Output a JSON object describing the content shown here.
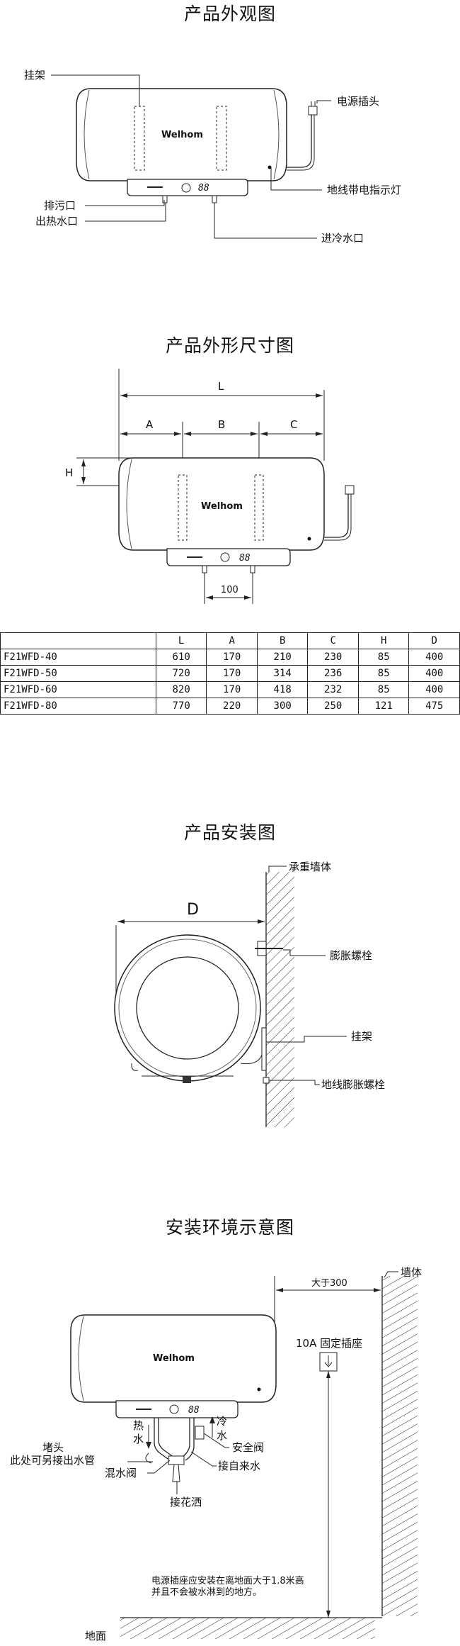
{
  "section1": {
    "title": "产品外观图",
    "labels": {
      "hanger": "挂架",
      "power_plug": "电源插头",
      "ground_indicator": "地线带电指示灯",
      "drain_outlet": "排污口",
      "hot_water_outlet": "出热水口",
      "cold_water_inlet": "进冷水口"
    },
    "logo_text": "Welhom",
    "display_digits": "88"
  },
  "section2": {
    "title": "产品外形尺寸图",
    "dims": {
      "L": "L",
      "A": "A",
      "B": "B",
      "C": "C",
      "H": "H",
      "spacing": "100"
    },
    "logo_text": "Welhom",
    "display_digits": "88"
  },
  "spec_table": {
    "headers": [
      "",
      "L",
      "A",
      "B",
      "C",
      "H",
      "D"
    ],
    "rows": [
      [
        "F21WFD-40",
        "610",
        "170",
        "210",
        "230",
        "85",
        "400"
      ],
      [
        "F21WFD-50",
        "720",
        "170",
        "314",
        "236",
        "85",
        "400"
      ],
      [
        "F21WFD-60",
        "820",
        "170",
        "418",
        "232",
        "85",
        "400"
      ],
      [
        "F21WFD-80",
        "770",
        "220",
        "300",
        "250",
        "121",
        "475"
      ]
    ]
  },
  "section3": {
    "title": "产品安装图",
    "labels": {
      "D": "D",
      "load_wall": "承重墙体",
      "expansion_bolt": "膨胀螺栓",
      "hanger": "挂架",
      "ground_expansion_bolt": "地线膨胀螺栓"
    }
  },
  "section4": {
    "title": "安装环境示意图",
    "labels": {
      "wall": "墙体",
      "distance": "大于300",
      "socket": "10A 固定插座",
      "hot": "热",
      "hot2": "水",
      "cold": "冷",
      "cold2": "水",
      "plug": "堵头",
      "plug_note": "此处可另接出水管",
      "safety_valve": "安全阀",
      "tap_water": "接自来水",
      "mix_valve": "混水阀",
      "shower": "接花洒",
      "note_line1": "电源插座应安装在离地面大于1.8米高",
      "note_line2": "并且不会被水淋到的地方。",
      "ground": "地面"
    },
    "logo_text": "Welhom",
    "display_digits": "88"
  }
}
